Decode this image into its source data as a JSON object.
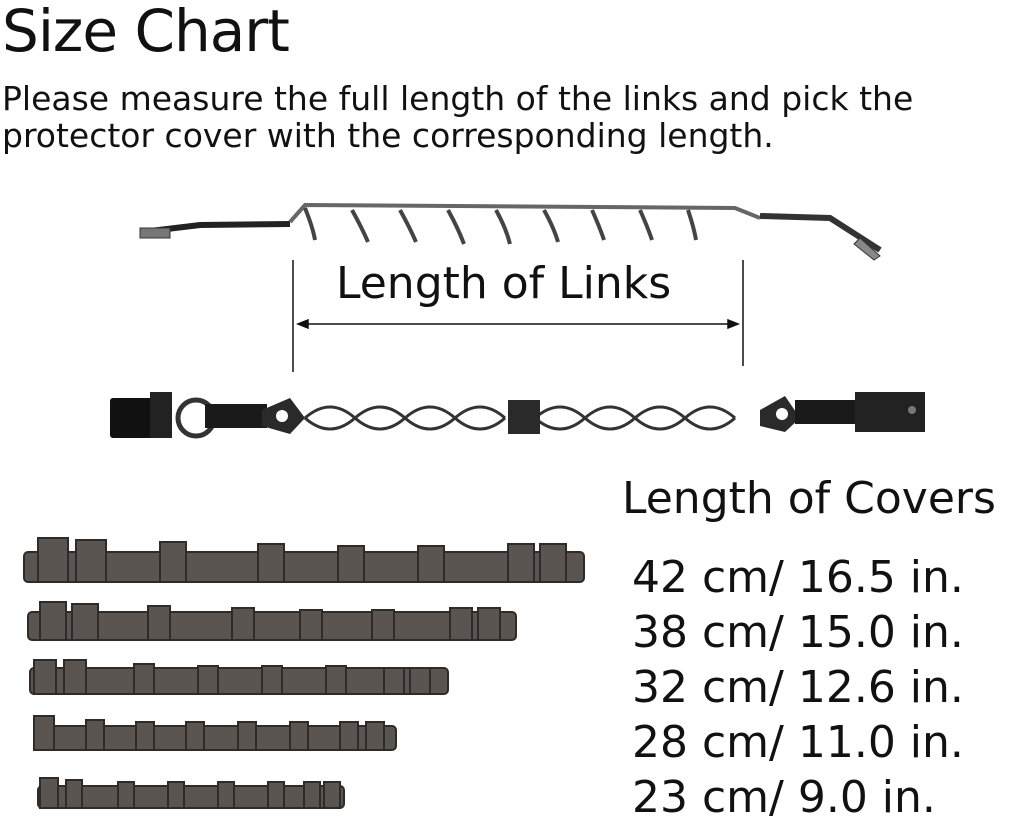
{
  "page": {
    "title": "Size Chart",
    "instructions": "Please measure the full length of the links and pick the protector cover with the corresponding length."
  },
  "diagram": {
    "links_label": "Length of Links"
  },
  "covers": {
    "heading": "Length of Covers",
    "sizes": [
      "42 cm/ 16.5 in.",
      "38 cm/ 15.0 in.",
      "32 cm/ 12.6 in.",
      "28 cm/ 11.0 in.",
      "23 cm/ 9.0 in."
    ]
  },
  "colors": {
    "text": "#111111",
    "chain_metal": "#3a3a3a",
    "cover_fabric": "#5a5550"
  }
}
